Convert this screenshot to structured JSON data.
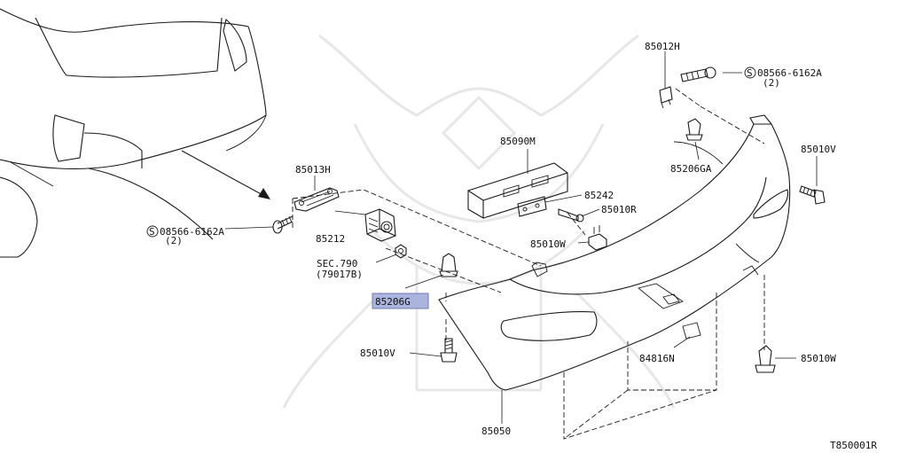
{
  "diagram_id": "T850001R",
  "highlight_color": "#aab4dc",
  "labels": {
    "p85012H": "85012H",
    "p08566_top": "08566-6162A",
    "qty_top": "(2)",
    "p85090M": "85090M",
    "p85010V_right": "85010V",
    "p85013H": "85013H",
    "p85206GA": "85206GA",
    "p85242": "85242",
    "p85010R": "85010R",
    "p08566_left": "08566-6162A",
    "qty_left": "(2)",
    "p85212": "85212",
    "p85010W_mid": "85010W",
    "sec790": "SEC.790",
    "sec790_ref": "(79017B)",
    "p85206G": "85206G",
    "p85010V_left": "85010V",
    "p84816N": "84816N",
    "p85010W_right": "85010W",
    "p85050": "85050"
  },
  "icons": {
    "bolt_marker": "S-circle-icon"
  }
}
